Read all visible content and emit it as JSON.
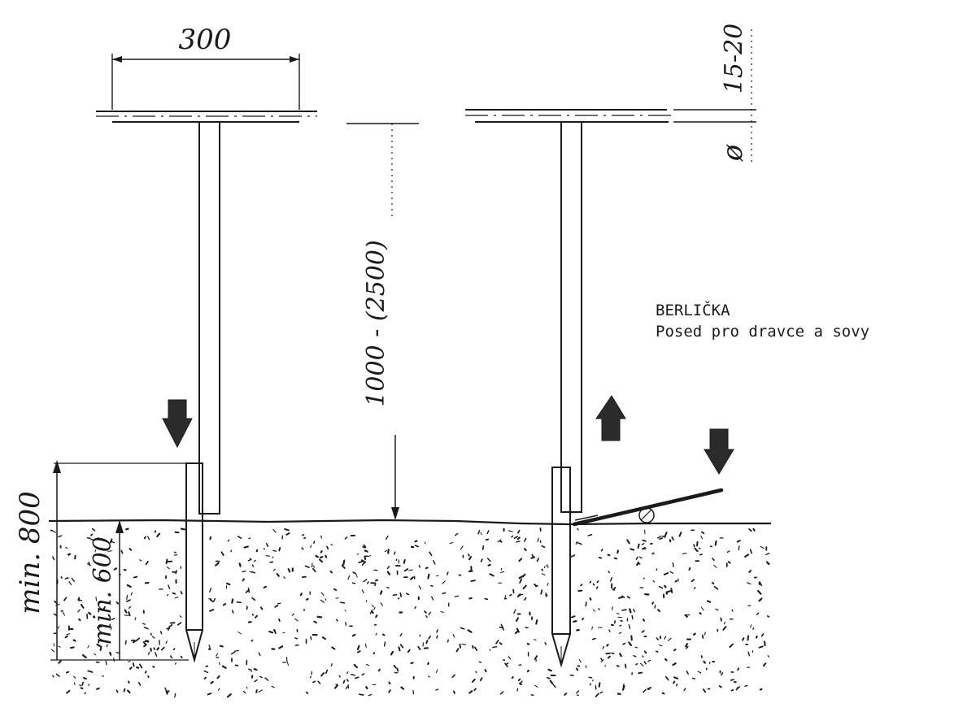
{
  "dimensions": {
    "board_width": "300",
    "board_thickness": "15-20",
    "diameter_symbol": "ø",
    "height": "1000 - (2500)",
    "depth_outer": "min. 800",
    "depth_inner": "min. 600"
  },
  "caption": {
    "title": "BERLIČKA",
    "subtitle": "Posed pro dravce a sovy"
  },
  "colors": {
    "ink": "#1a1a1a",
    "arrow_fill": "#2b2b2b"
  }
}
